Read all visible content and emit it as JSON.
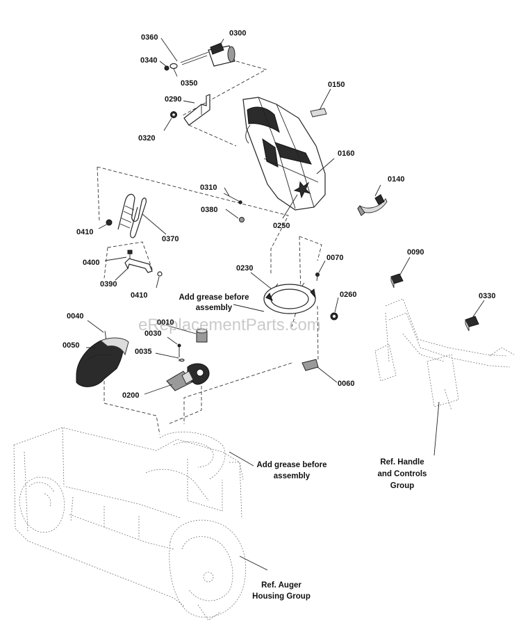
{
  "watermark": "eReplacementParts.com",
  "callouts": [
    {
      "id": "c0360",
      "text": "0360"
    },
    {
      "id": "c0300",
      "text": "0300"
    },
    {
      "id": "c0340",
      "text": "0340"
    },
    {
      "id": "c0350",
      "text": "0350"
    },
    {
      "id": "c0290",
      "text": "0290"
    },
    {
      "id": "c0320",
      "text": "0320"
    },
    {
      "id": "c0150",
      "text": "0150"
    },
    {
      "id": "c0160",
      "text": "0160"
    },
    {
      "id": "c0140",
      "text": "0140"
    },
    {
      "id": "c0310",
      "text": "0310"
    },
    {
      "id": "c0380",
      "text": "0380"
    },
    {
      "id": "c0250",
      "text": "0250"
    },
    {
      "id": "c0410a",
      "text": "0410"
    },
    {
      "id": "c0370",
      "text": "0370"
    },
    {
      "id": "c0400",
      "text": "0400"
    },
    {
      "id": "c0390",
      "text": "0390"
    },
    {
      "id": "c0410b",
      "text": "0410"
    },
    {
      "id": "c0070",
      "text": "0070"
    },
    {
      "id": "c0230",
      "text": "0230"
    },
    {
      "id": "c0260",
      "text": "0260"
    },
    {
      "id": "c0090",
      "text": "0090"
    },
    {
      "id": "c0330",
      "text": "0330"
    },
    {
      "id": "c0040",
      "text": "0040"
    },
    {
      "id": "c0010",
      "text": "0010"
    },
    {
      "id": "c0030",
      "text": "0030"
    },
    {
      "id": "c0050",
      "text": "0050"
    },
    {
      "id": "c0035",
      "text": "0035"
    },
    {
      "id": "c0200",
      "text": "0200"
    },
    {
      "id": "c0060",
      "text": "0060"
    }
  ],
  "notes": {
    "grease_top": [
      "Add grease before",
      "assembly"
    ],
    "grease_bottom": [
      "Add grease before",
      "assembly"
    ],
    "ref_handle": [
      "Ref. Handle",
      "and Controls",
      "Group"
    ],
    "ref_auger": [
      "Ref. Auger",
      "Housing Group"
    ]
  }
}
